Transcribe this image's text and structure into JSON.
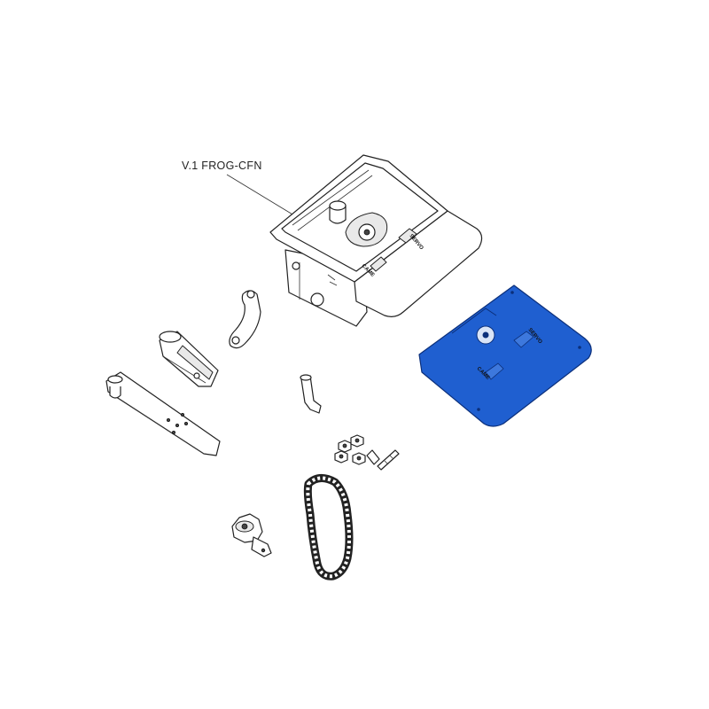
{
  "diagram": {
    "callout_label": "V.1 FROG-CFN",
    "stamp_brand": "CAME",
    "stamp_model": "SERVO",
    "highlight_color": "#1f5fd0",
    "highlight_outline": "#0b2f7a"
  }
}
